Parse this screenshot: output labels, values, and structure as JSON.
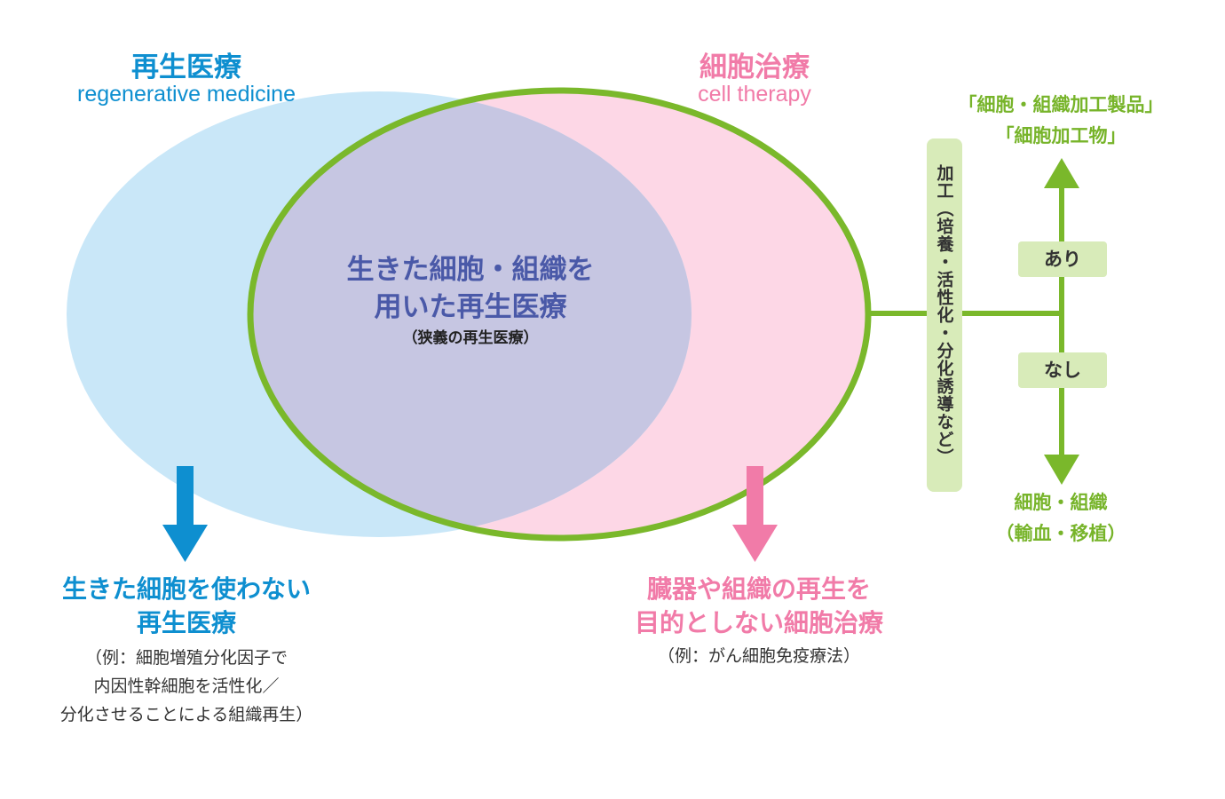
{
  "regenerative_medicine": {
    "title_jp": "再生医療",
    "title_en": "regenerative medicine"
  },
  "cell_therapy": {
    "title_jp": "細胞治療",
    "title_en": "cell therapy"
  },
  "overlap": {
    "line1": "生きた細胞・組織を",
    "line2": "用いた再生医療",
    "note": "（狭義の再生医療）"
  },
  "left_result": {
    "line1": "生きた細胞を使わない",
    "line2": "再生医療",
    "example1": "（例：細胞増殖分化因子で",
    "example2": "内因性幹細胞を活性化／",
    "example3": "分化させることによる組織再生）"
  },
  "right_result": {
    "line1": "臓器や組織の再生を",
    "line2": "目的としない細胞治療",
    "example": "（例：がん細胞免疫療法）"
  },
  "processing": {
    "label": "加工（培養・活性化・分化誘導など）",
    "yes_label": "あり",
    "no_label": "なし",
    "top_line1": "「細胞・組織加工製品」",
    "top_line2": "「細胞加工物」",
    "bottom_line1": "細胞・組織",
    "bottom_line2": "（輸血・移植）"
  },
  "colors": {
    "blue": "#0e8fd0",
    "light_blue": "#c9e7f8",
    "pink": "#f17ba8",
    "light_pink": "#fdd7e6",
    "overlap": "#c6c6e2",
    "green": "#7ab82b",
    "light_green": "#d8ebb9",
    "indigo": "#4a59a8"
  }
}
